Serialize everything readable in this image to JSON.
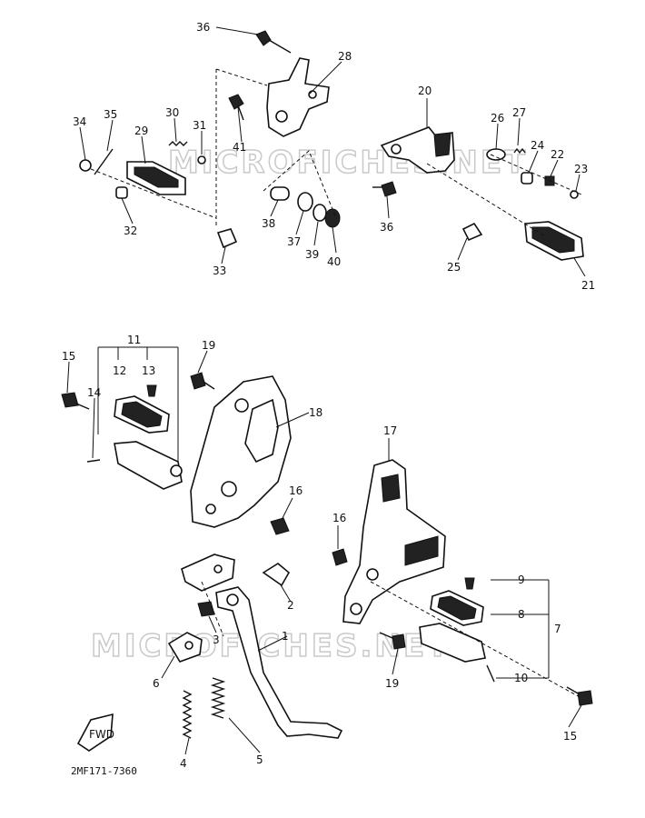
{
  "drawing_code": "2MF171-7360",
  "watermark": "MICROFICHES.NET",
  "fwd_label": "FWD",
  "callouts": {
    "n1": "1",
    "n2": "2",
    "n3": "3",
    "n4": "4",
    "n5": "5",
    "n6": "6",
    "n7": "7",
    "n8": "8",
    "n9": "9",
    "n10": "10",
    "n11": "11",
    "n12": "12",
    "n13": "13",
    "n14": "14",
    "n15a": "15",
    "n15b": "15",
    "n16a": "16",
    "n16b": "16",
    "n17": "17",
    "n18": "18",
    "n19a": "19",
    "n19b": "19",
    "n20": "20",
    "n21": "21",
    "n22": "22",
    "n23": "23",
    "n24": "24",
    "n25": "25",
    "n26": "26",
    "n27": "27",
    "n28": "28",
    "n29": "29",
    "n30": "30",
    "n31": "31",
    "n32": "32",
    "n33": "33",
    "n34": "34",
    "n35": "35",
    "n36a": "36",
    "n36b": "36",
    "n37": "37",
    "n38": "38",
    "n39": "39",
    "n40": "40",
    "n41": "41"
  }
}
